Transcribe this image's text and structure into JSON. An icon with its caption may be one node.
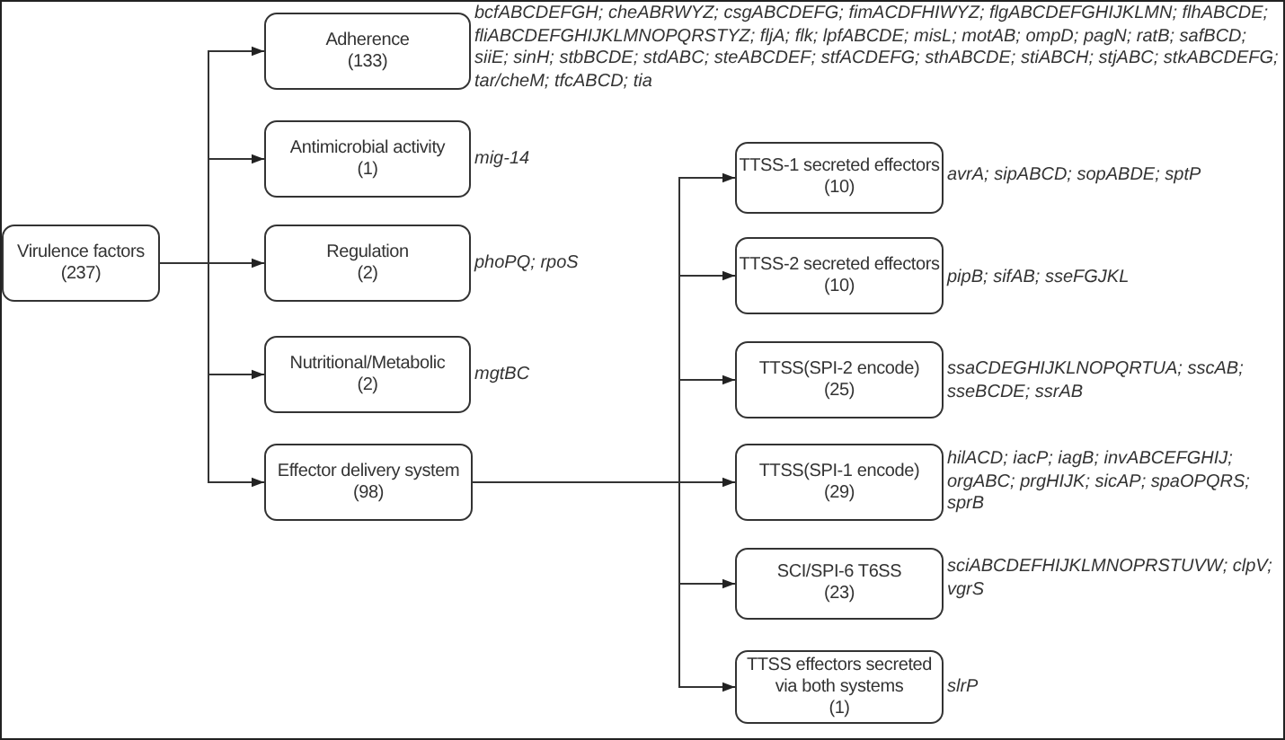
{
  "diagram": {
    "nodes": [
      {
        "text": [
          "Virulence factors",
          "(237)"
        ]
      },
      {
        "text": [
          "Adherence",
          "(133)"
        ],
        "beside": [
          "bcfABCDEFGH; cheABRWYZ; csgABCDEFG; fimACDFHIWYZ; flgABCDEFGHIJKLMN; flhABCDE; fliABCDEFGHIJKLMNOPQRSTYZ; fljA; flk; lpfABCDE; misL; motAB; ompD; pagN; ratB; safBCD; siiE; sinH; stbBCDE; stdABC; steABCDEF; stfACDEFG; sthABCDE; stiABCH; stjABC; stkABCDEFG; tar/cheM; tfcABCD; tia"
        ]
      },
      {
        "text": [
          "Antimicrobial activity",
          "(1)"
        ],
        "beside": [
          "mig-14"
        ]
      },
      {
        "text": [
          "Regulation",
          "(2)"
        ],
        "beside": [
          "phoPQ; rpoS"
        ]
      },
      {
        "text": [
          "Nutritional/Metabolic",
          "(2)"
        ],
        "beside": [
          "mgtBC"
        ]
      },
      {
        "text": [
          "Effector delivery system",
          "(98)"
        ]
      },
      {
        "text": [
          "TTSS-1 secreted effectors",
          "(10)"
        ],
        "beside": [
          "avrA; sipABCD; sopABDE; sptP"
        ]
      },
      {
        "text": [
          "TTSS-2 secreted effectors",
          "(10)"
        ],
        "beside": [
          "pipB; sifAB; sseFGJKL"
        ]
      },
      {
        "text": [
          "TTSS(SPI-2 encode)",
          "(25)"
        ],
        "beside": [
          "ssaCDEGHIJKLNOPQRTUA; sscAB; sseBCDE; ssrAB"
        ]
      },
      {
        "text": [
          "TTSS(SPI-1 encode)",
          "(29)"
        ],
        "beside": [
          "hilACD; iacP; iagB; invABCEFGHIJ; orgABC; prgHIJK; sicAP; spaOPQRS; sprB"
        ]
      },
      {
        "text": [
          "SCI/SPI-6 T6SS",
          "(23)"
        ],
        "beside": [
          "sciABCDEFHIJKLMNOPRSTUVW; clpV; vgrS"
        ]
      },
      {
        "text": [
          "TTSS effectors secreted via both systems",
          "(1)"
        ],
        "beside": [
          "slrP"
        ]
      }
    ],
    "edges": [
      {
        "from": 0,
        "to": 1,
        "arrow": "to"
      },
      {
        "from": 0,
        "to": 2,
        "arrow": "to"
      },
      {
        "from": 0,
        "to": 3,
        "arrow": "to"
      },
      {
        "from": 0,
        "to": 4,
        "arrow": "to"
      },
      {
        "from": 0,
        "to": 5,
        "arrow": "to"
      },
      {
        "from": 5,
        "to": 6,
        "arrow": "to"
      },
      {
        "from": 5,
        "to": 7,
        "arrow": "to"
      },
      {
        "from": 5,
        "to": 8,
        "arrow": "to"
      },
      {
        "from": 5,
        "to": 9,
        "arrow": "to"
      },
      {
        "from": 5,
        "to": 10,
        "arrow": "to"
      },
      {
        "from": 5,
        "to": 11,
        "arrow": "to"
      }
    ]
  }
}
